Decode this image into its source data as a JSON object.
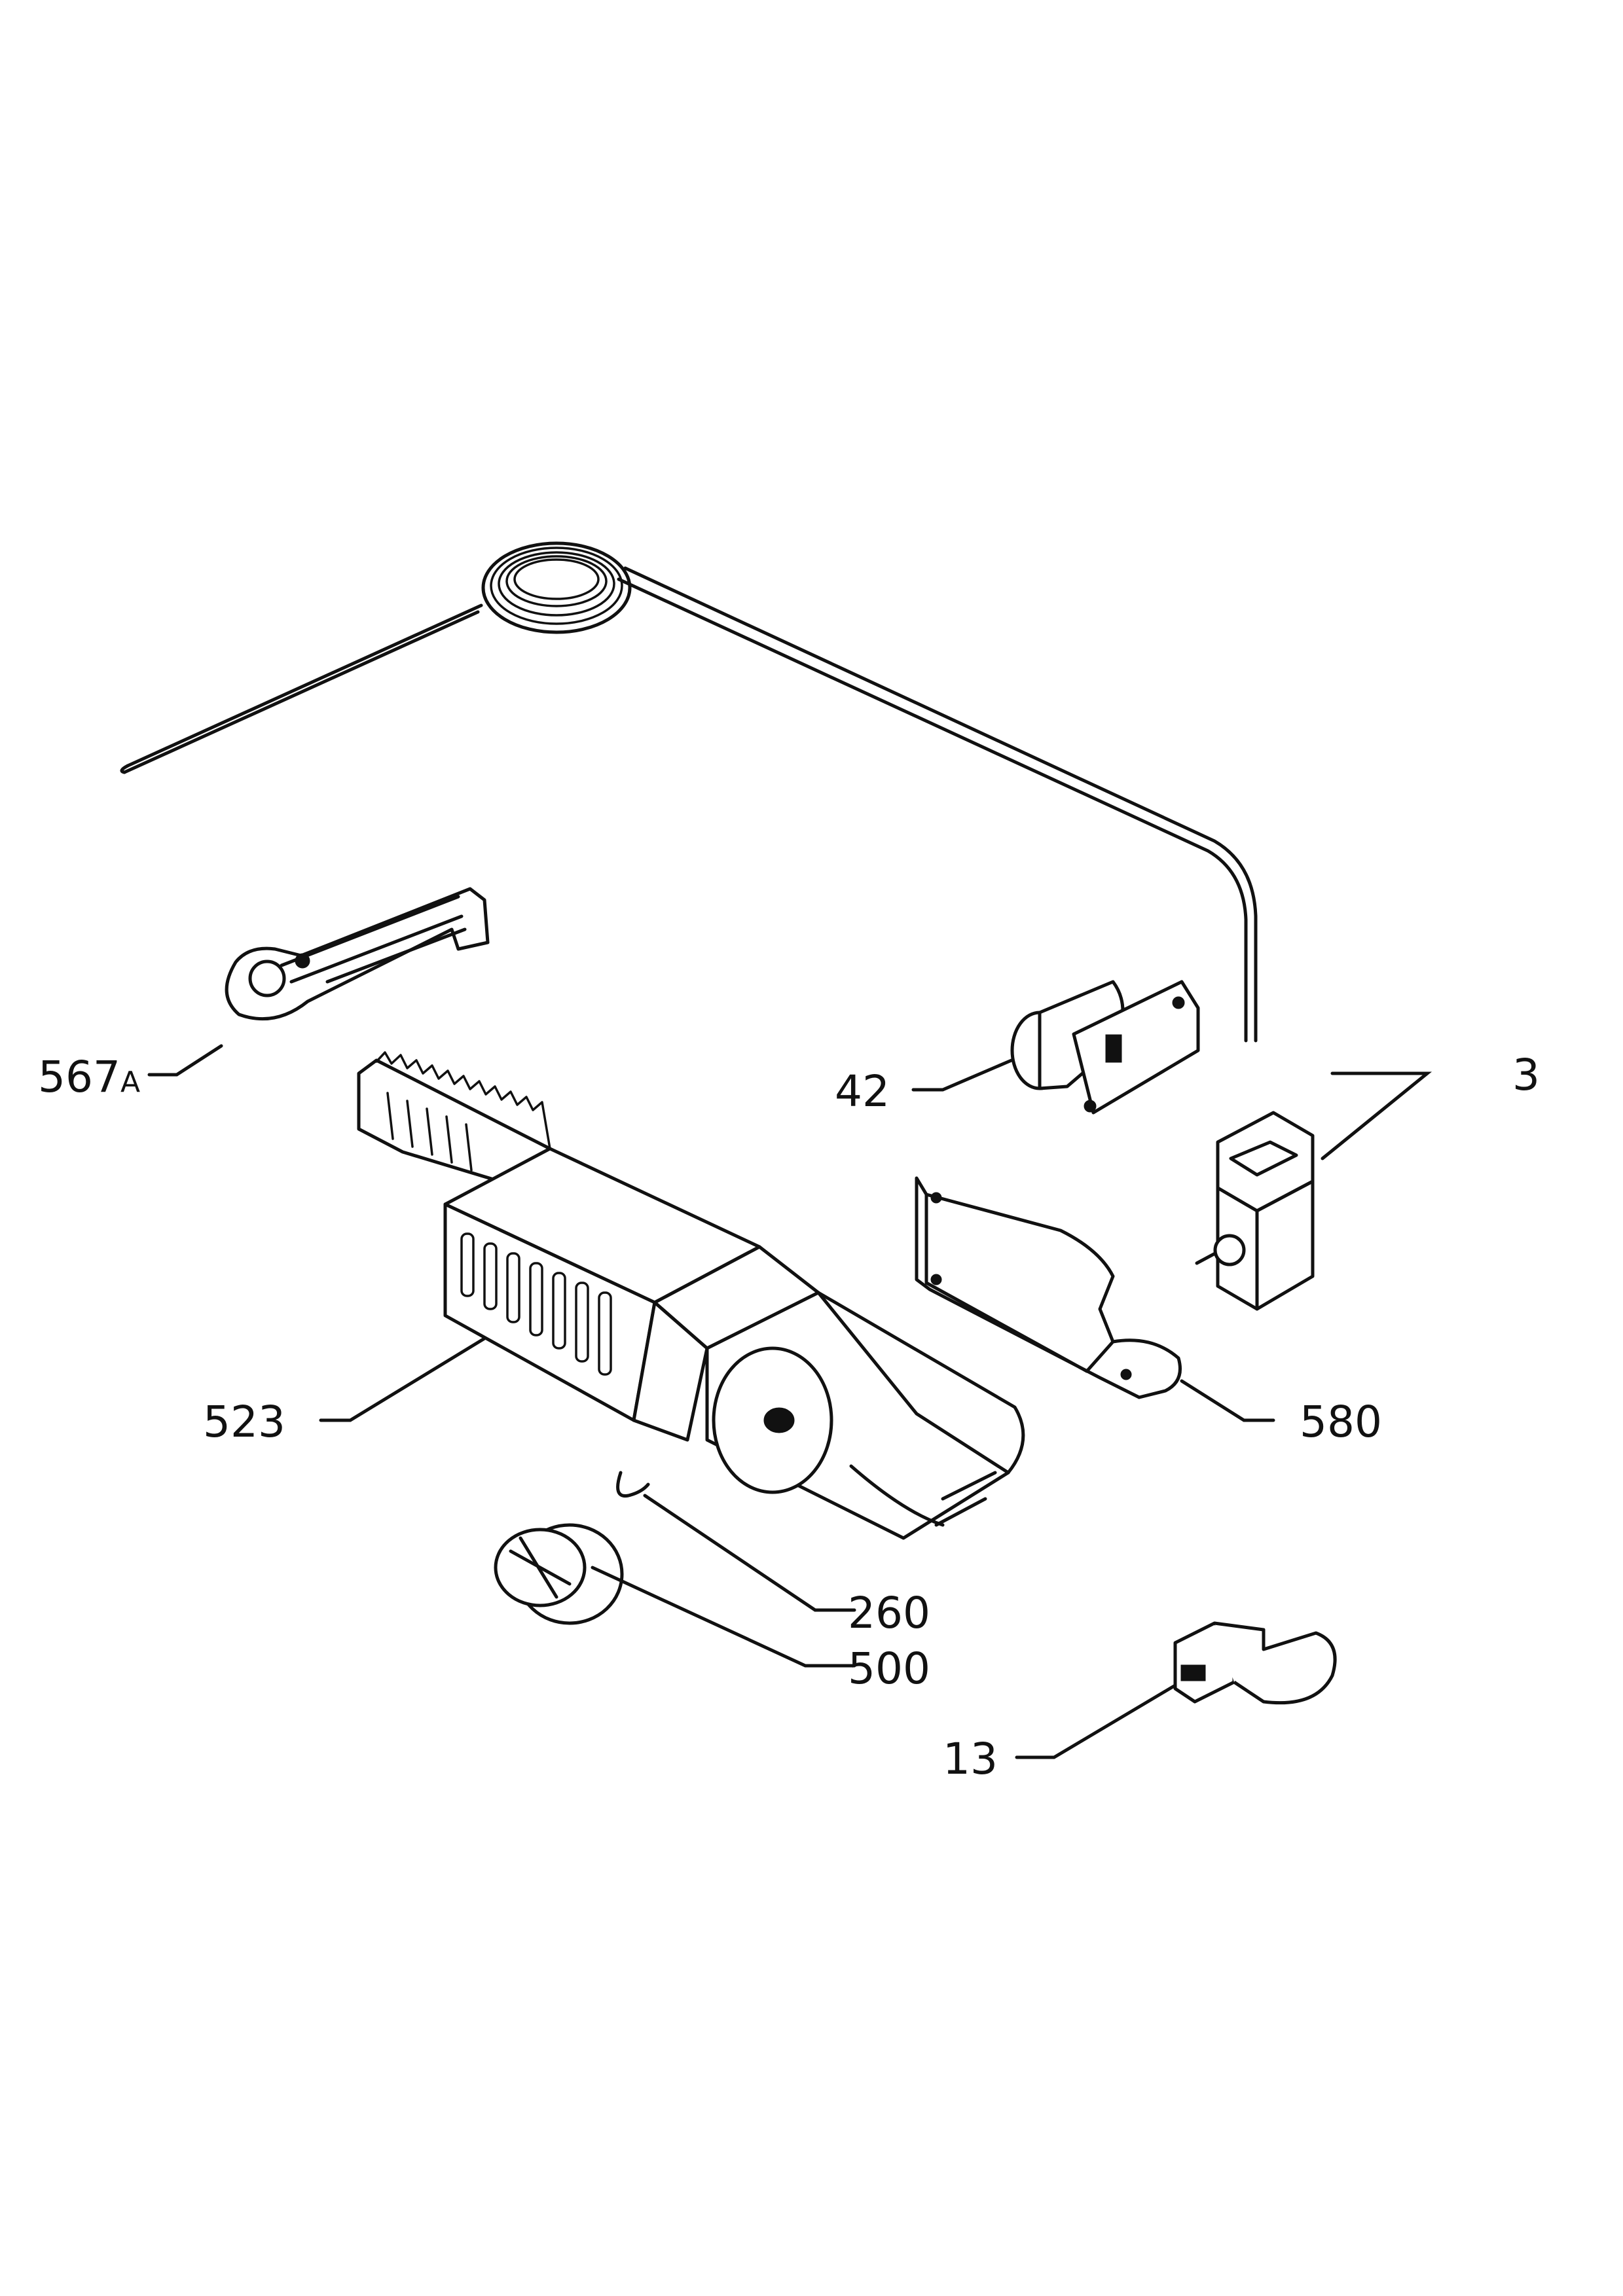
{
  "labels": {
    "p567a_main": "567",
    "p567a_suffix": "A",
    "p42": "42",
    "p3": "3",
    "p523": "523",
    "p580": "580",
    "p260": "260",
    "p500": "500",
    "p13": "13"
  }
}
